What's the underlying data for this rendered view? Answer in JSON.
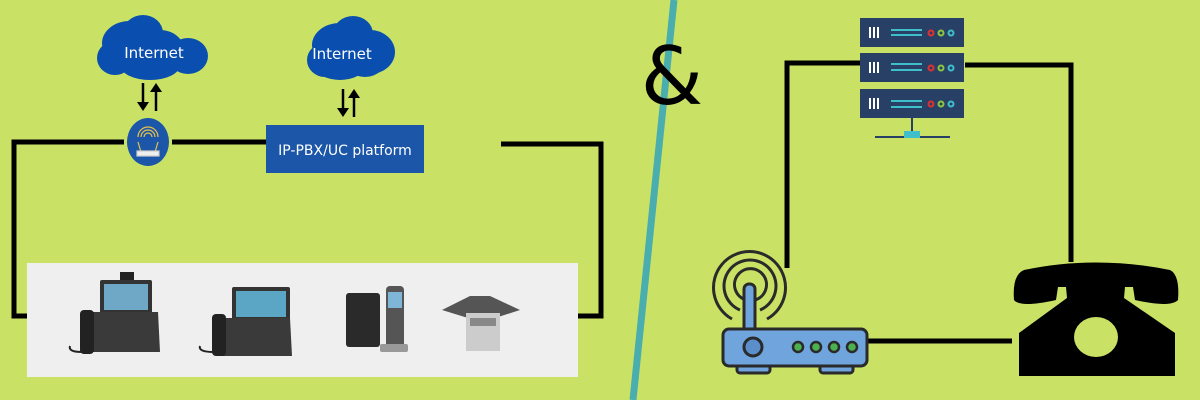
{
  "colors": {
    "background": "#c9e265",
    "divider": "#4aaeae",
    "cloud": "#0a4faf",
    "pbx_box": "#1b56a8",
    "server": "#283f66",
    "router": "#6fa4dc",
    "phones_panel": "#efefef"
  },
  "left_diagram": {
    "cloud_1": {
      "label": "Internet",
      "icon": "cloud-icon"
    },
    "cloud_2": {
      "label": "Internet",
      "icon": "cloud-icon"
    },
    "gateway": {
      "icon": "wifi-router-icon"
    },
    "pbx": {
      "label": "IP-PBX/UC platform"
    },
    "phones": [
      "video-desk-phone-icon",
      "touchscreen-desk-phone-icon",
      "dect-phone-icon",
      "conference-phone-icon"
    ]
  },
  "separator": {
    "text": "&"
  },
  "right_diagram": {
    "server": {
      "icon": "server-rack-icon"
    },
    "router": {
      "icon": "wireless-router-icon"
    },
    "phone": {
      "icon": "telephone-icon"
    }
  }
}
